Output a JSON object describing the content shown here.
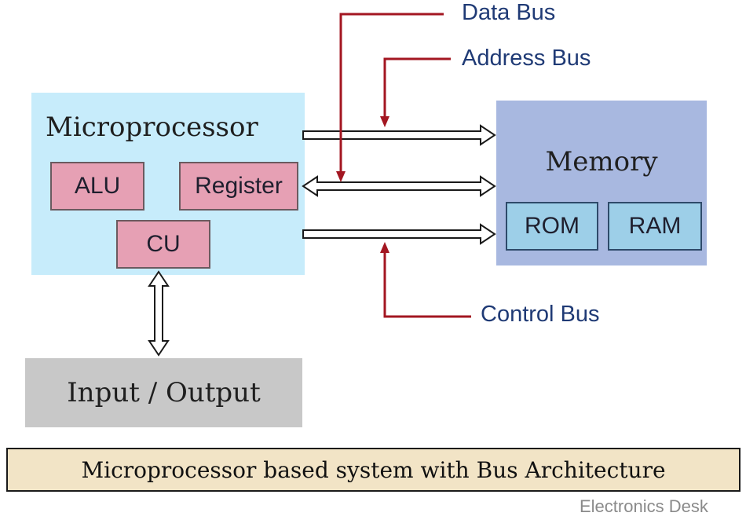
{
  "microprocessor": {
    "title": "Microprocessor",
    "alu": "ALU",
    "register": "Register",
    "cu": "CU"
  },
  "memory": {
    "title": "Memory",
    "rom": "ROM",
    "ram": "RAM"
  },
  "io": {
    "label": "Input / Output"
  },
  "buses": {
    "data": "Data Bus",
    "address": "Address Bus",
    "control": "Control Bus"
  },
  "caption": "Microprocessor based system with Bus Architecture",
  "credit": "Electronics Desk",
  "colors": {
    "microprocessor_bg": "#c7ecfb",
    "memory_bg": "#a8b8e0",
    "unit_pink": "#e6a0b4",
    "memory_unit_blue": "#9dcfe8",
    "io_bg": "#c8c8c8",
    "bus_pointer_red": "#a31621",
    "caption_bg": "#f2e4c6",
    "label_text": "#1f3a75"
  }
}
